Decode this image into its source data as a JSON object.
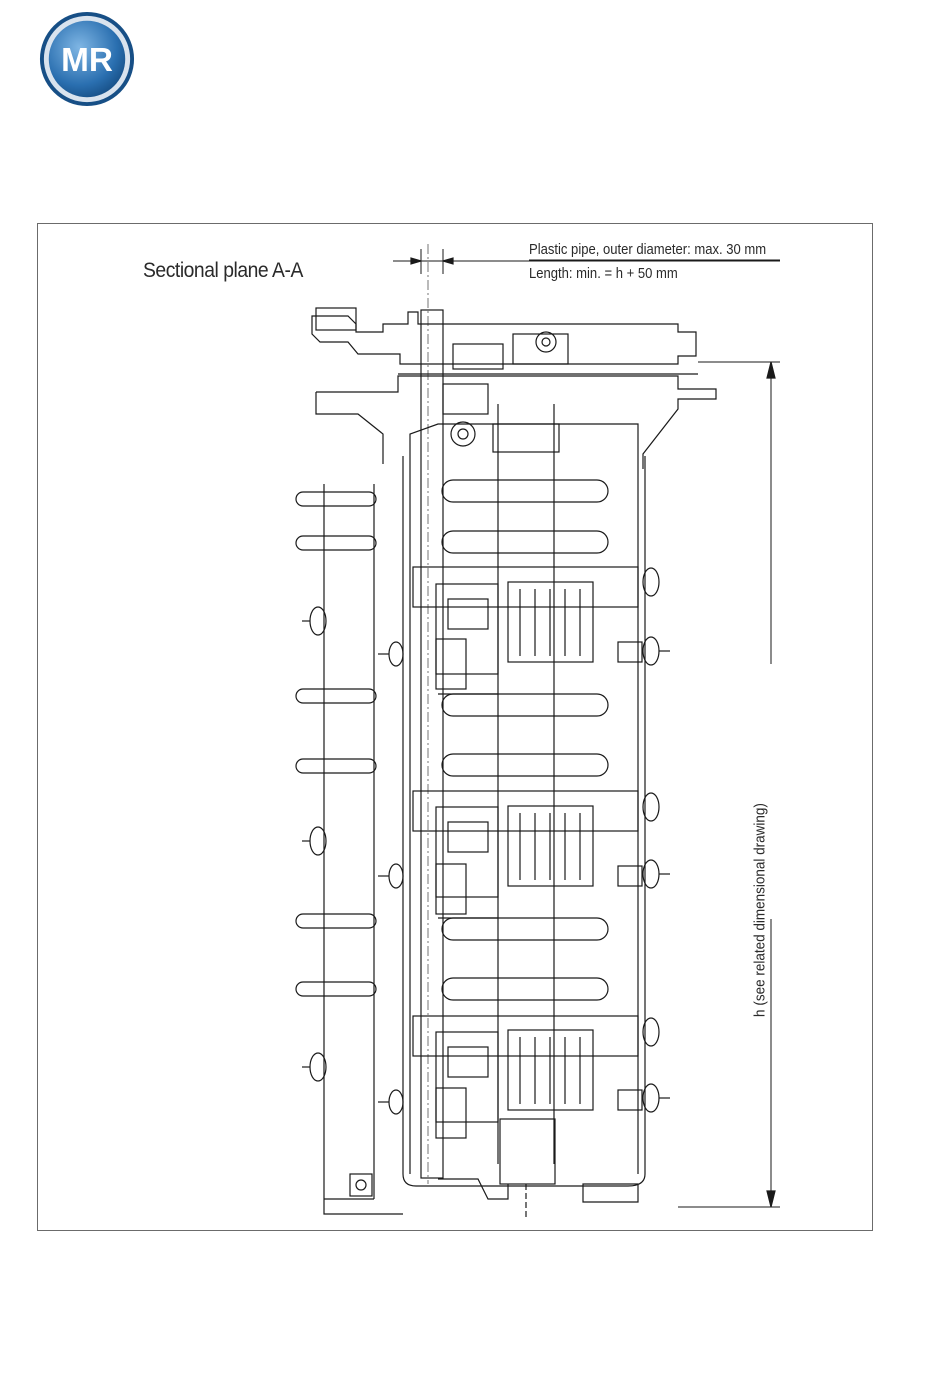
{
  "logo": {
    "text": "MR",
    "ring_color": "#1d6fae",
    "inner_color": "#3f86c6"
  },
  "drawing": {
    "section_title": "Sectional plane A-A",
    "pipe_note_line1": "Plastic pipe, outer diameter: max. 30 mm",
    "pipe_note_line2": "Length: min. = h + 50 mm",
    "dimension_label": "h (see related dimensional drawing)"
  },
  "colors": {
    "line": "#1a1a1a",
    "frame": "#6b6b6b"
  }
}
